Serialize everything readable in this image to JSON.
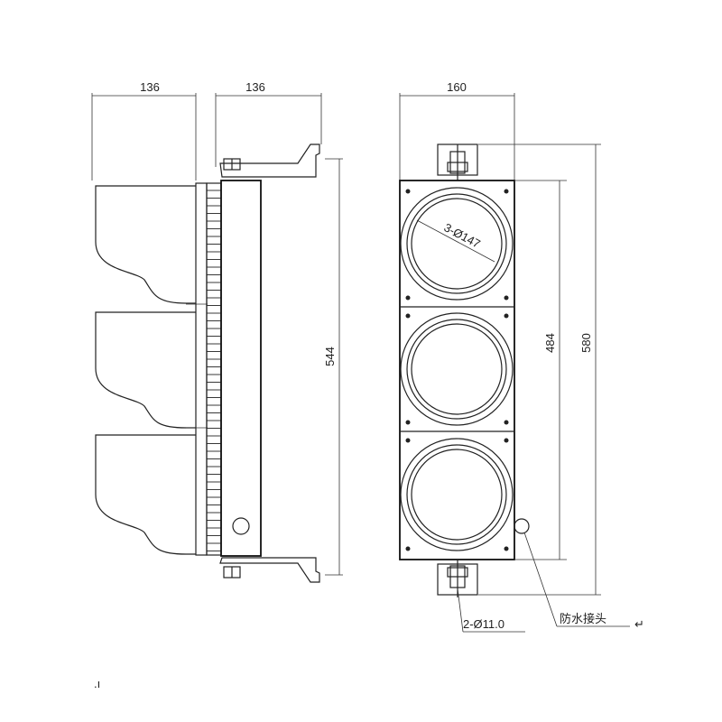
{
  "dimensions": {
    "side_visor_width": "136",
    "side_body_width": "136",
    "front_width": "160",
    "side_height": "544",
    "front_inner_height": "484",
    "front_total_height": "580"
  },
  "annotations": {
    "lens_diameter": "3-Ø147",
    "mount_hole": "2-Ø11.0",
    "waterproof_joint": "防水接头",
    "return_mark": "↵"
  }
}
